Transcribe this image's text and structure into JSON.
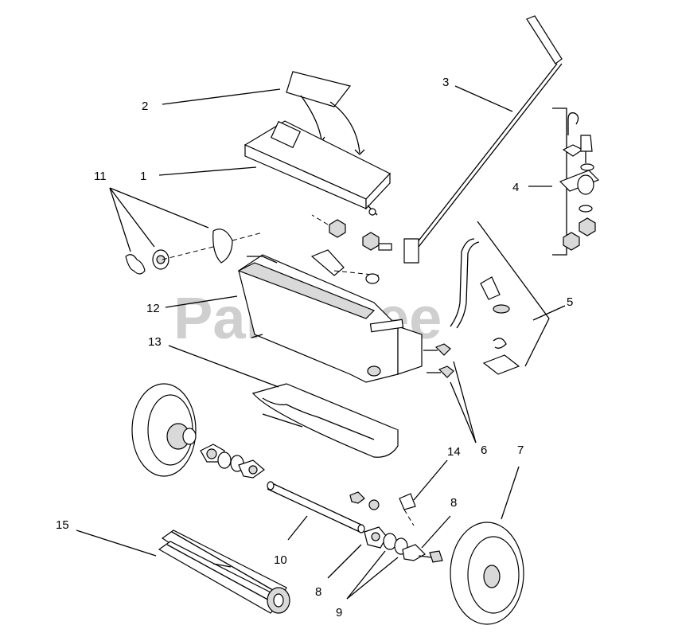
{
  "watermark": "PartsTree",
  "callouts": [
    "1",
    "2",
    "3",
    "4",
    "5",
    "6",
    "7",
    "8",
    "8",
    "9",
    "10",
    "11",
    "12",
    "13",
    "14",
    "15"
  ],
  "parts": [
    {
      "id": "1",
      "kind": "hopper-cover"
    },
    {
      "id": "2",
      "kind": "decal"
    },
    {
      "id": "3",
      "kind": "control-rod"
    },
    {
      "id": "4",
      "kind": "hook-and-bracket-kit"
    },
    {
      "id": "5",
      "kind": "shut-off-lever-kit"
    },
    {
      "id": "6",
      "kind": "screws"
    },
    {
      "id": "7",
      "kind": "wheel"
    },
    {
      "id": "8",
      "kind": "bearing-flange"
    },
    {
      "id": "9",
      "kind": "bearings"
    },
    {
      "id": "10",
      "kind": "axle"
    },
    {
      "id": "11",
      "kind": "wing-nut-washer-agitator"
    },
    {
      "id": "12",
      "kind": "hopper"
    },
    {
      "id": "13",
      "kind": "agitator-trough"
    },
    {
      "id": "14",
      "kind": "nut-and-washer"
    },
    {
      "id": "15",
      "kind": "spreader-rotor"
    }
  ]
}
